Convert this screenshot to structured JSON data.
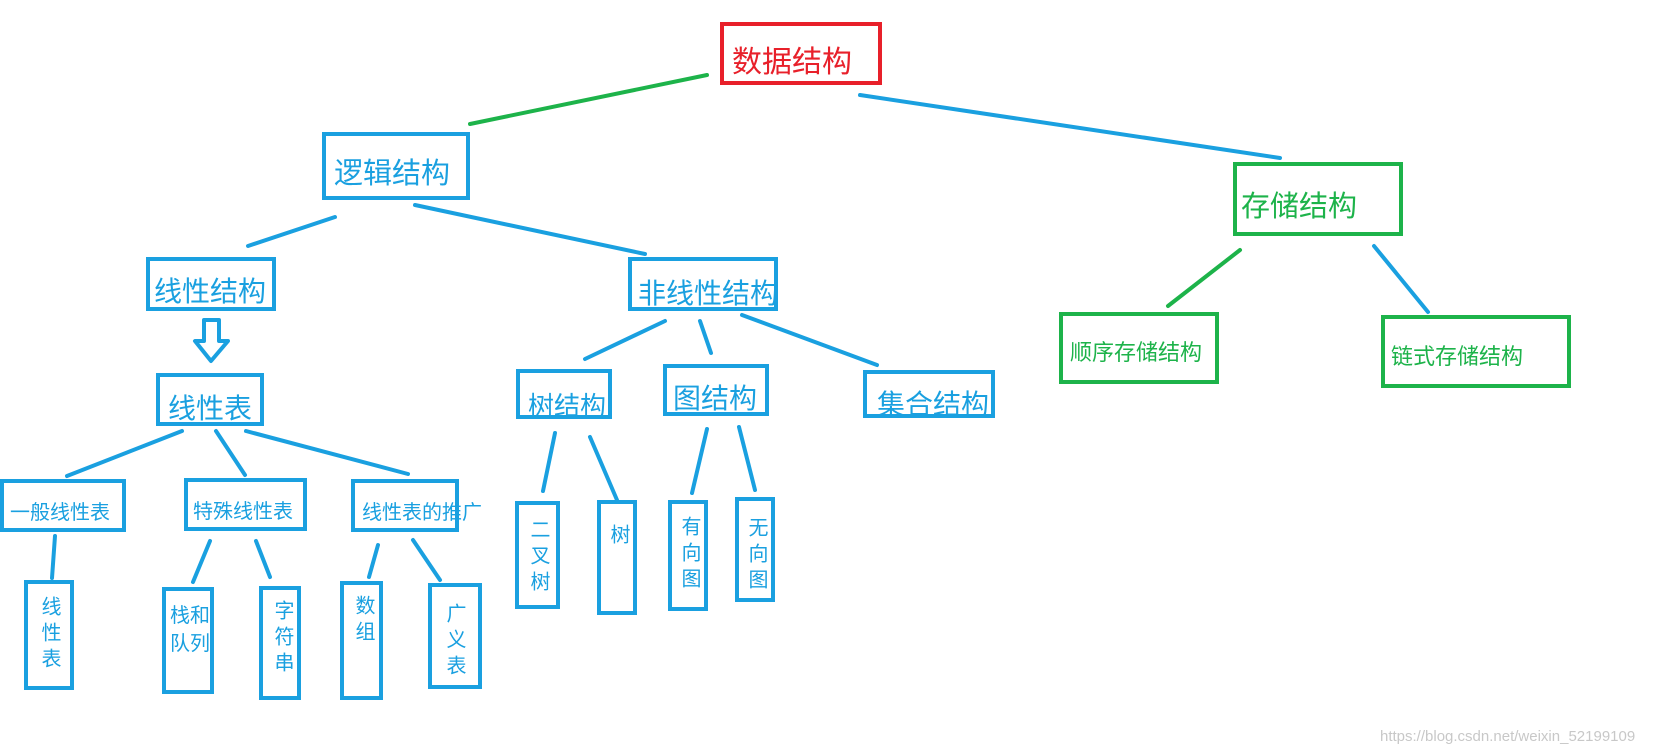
{
  "diagram": {
    "root": "数据结构",
    "logical": "逻辑结构",
    "storage": "存储结构",
    "linear_structure": "线性结构",
    "nonlinear_structure": "非线性结构",
    "linear_list": "线性表",
    "general_linear_list": "一般线性表",
    "special_linear_list": "特殊线性表",
    "generalized_linear_list": "线性表的推广",
    "leaf_linear_list": "线性表",
    "stack_queue": "栈和队列",
    "string": "字符串",
    "array": "数组",
    "generalized_list": "广义表",
    "tree_structure": "树结构",
    "graph_structure": "图结构",
    "set_structure": "集合结构",
    "binary_tree": "二叉树",
    "tree": "树",
    "directed_graph": "有向图",
    "undirected_graph": "无向图",
    "sequential_storage": "顺序存储结构",
    "linked_storage": "链式存储结构"
  },
  "colors": {
    "blue": "#1aa0e0",
    "green": "#1db34a",
    "red": "#e8202a"
  },
  "watermark": "https://blog.csdn.net/weixin_52199109"
}
